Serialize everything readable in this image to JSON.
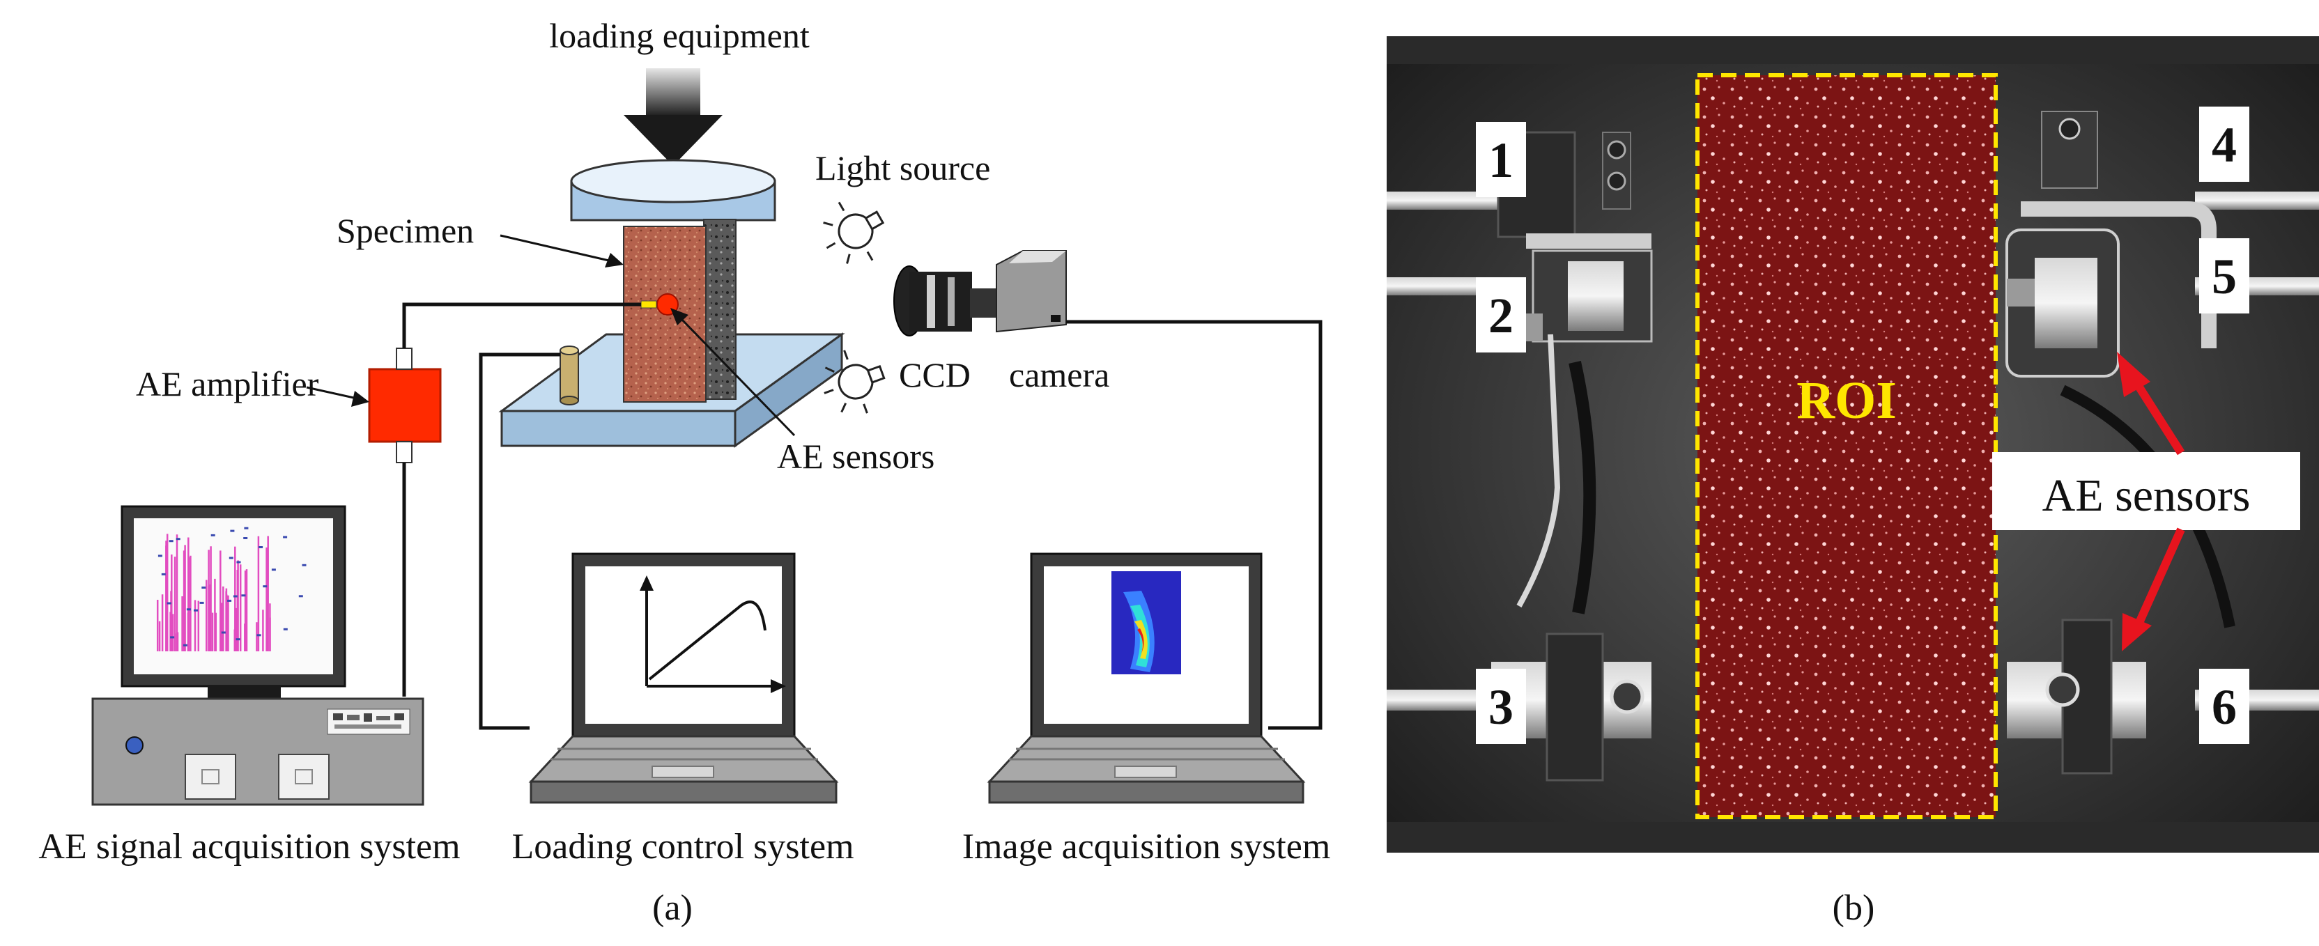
{
  "panel_a": {
    "caption": "(a)",
    "labels": {
      "loading_equipment": "loading equipment",
      "light_source": "Light source",
      "specimen": "Specimen",
      "ae_amplifier": "AE amplifier",
      "ccd": "CCD",
      "camera": "camera",
      "ae_sensors": "AE sensors"
    },
    "systems": {
      "ae_signal": "AE signal acquisition system",
      "loading_control": "Loading control system",
      "image_acquisition": "Image acquisition system"
    }
  },
  "panel_b": {
    "caption": "(b)",
    "roi_label": "ROI",
    "ae_sensors_label": "AE sensors",
    "sensor_numbers": [
      "1",
      "2",
      "3",
      "4",
      "5",
      "6"
    ]
  },
  "colors": {
    "specimen": "#b5624d",
    "amplifier": "#ff2a00",
    "platen": "#b8d4ec",
    "roi": "#7c1414",
    "roi_border": "#ffe600",
    "arrow": "#e8141e",
    "ae_plot": "#e24cc0"
  }
}
